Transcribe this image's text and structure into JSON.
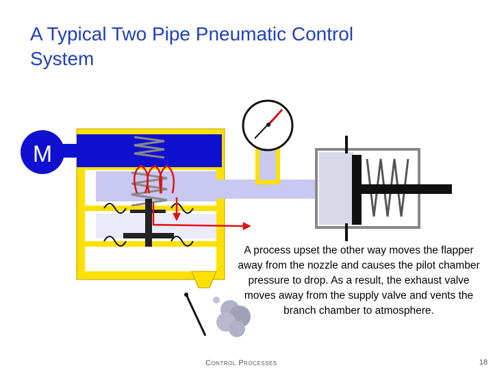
{
  "slide": {
    "title_line1": "A Typical Two Pipe Pneumatic Control",
    "title_line2": "System"
  },
  "diagram": {
    "motor_label": "M",
    "colors": {
      "body_yellow": "#ffe000",
      "supply_blue": "#1010d0",
      "chamber_light": "#c8c8f0",
      "flow_red": "#e01010",
      "actuator_gray": "#d8d8e8"
    },
    "icons": [
      "gauge-icon",
      "spring-icon",
      "exhaust-cloud-icon",
      "flow-arrow-icon"
    ]
  },
  "caption": {
    "text": "A process upset the other way moves the flapper away from the nozzle and causes the pilot chamber pressure to drop.  As a result, the exhaust valve moves away from the supply valve and vents the branch chamber to atmosphere."
  },
  "footer": {
    "text": "Control Processes",
    "page": "18"
  }
}
